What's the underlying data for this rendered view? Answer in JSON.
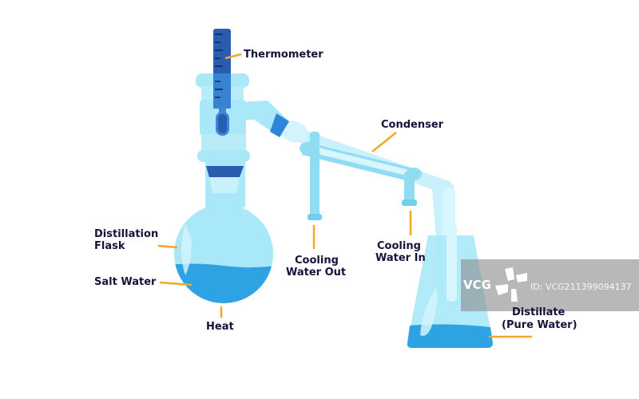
{
  "labels": {
    "thermometer": "Thermometer",
    "condenser": "Condenser",
    "flask_line1": "Distillation",
    "flask_line2": "Flask",
    "salt_water": "Salt Water",
    "heat": "Heat",
    "cooling_out_line1": "Cooling",
    "cooling_out_line2": "Water Out",
    "cooling_in_line1": "Cooling",
    "cooling_in_line2": "Water In",
    "distillate_line1": "Distillate",
    "distillate_line2": "(Pure Water)"
  },
  "watermark": {
    "brand": "VCG",
    "id": "ID: VCG211399094137"
  },
  "colors": {
    "glass": "#a9e8f8",
    "glass_light": "#d4f4fc",
    "water": "#2ea3e3",
    "thermometer": "#2a5db0",
    "leader": "#f5a623",
    "text": "#14143a"
  }
}
